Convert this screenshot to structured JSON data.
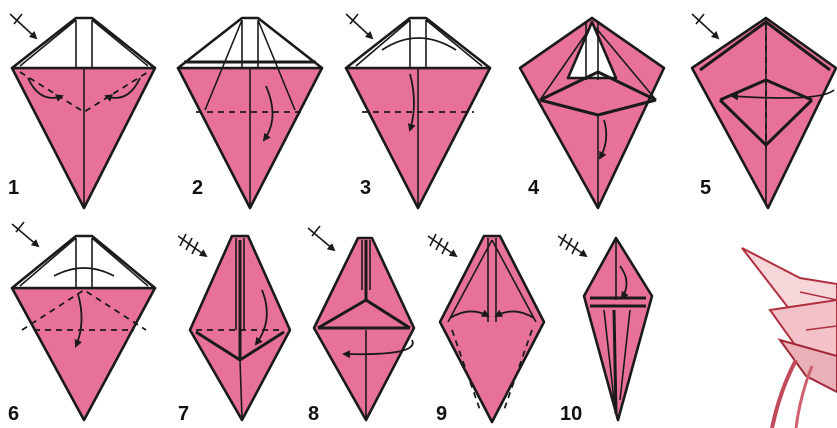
{
  "colors": {
    "paper_pink": "#e8719b",
    "paper_white": "#ffffff",
    "outline": "#1a1a1a",
    "photo_pink": "#f2c2c8"
  },
  "steps": [
    {
      "number": "1",
      "icon": "turn-over-arrow-icon"
    },
    {
      "number": "2",
      "icon": ""
    },
    {
      "number": "3",
      "icon": "turn-over-arrow-icon"
    },
    {
      "number": "4",
      "icon": ""
    },
    {
      "number": "5",
      "icon": "turn-over-arrow-icon"
    },
    {
      "number": "6",
      "icon": "turn-over-arrow-icon"
    },
    {
      "number": "7",
      "icon": "repeat-arrow-icon"
    },
    {
      "number": "8",
      "icon": "turn-over-arrow-icon"
    },
    {
      "number": "9",
      "icon": "repeat-arrow-icon"
    },
    {
      "number": "10",
      "icon": "repeat-arrow-icon"
    }
  ],
  "photo": {
    "icon": "folded-flower-photo"
  }
}
